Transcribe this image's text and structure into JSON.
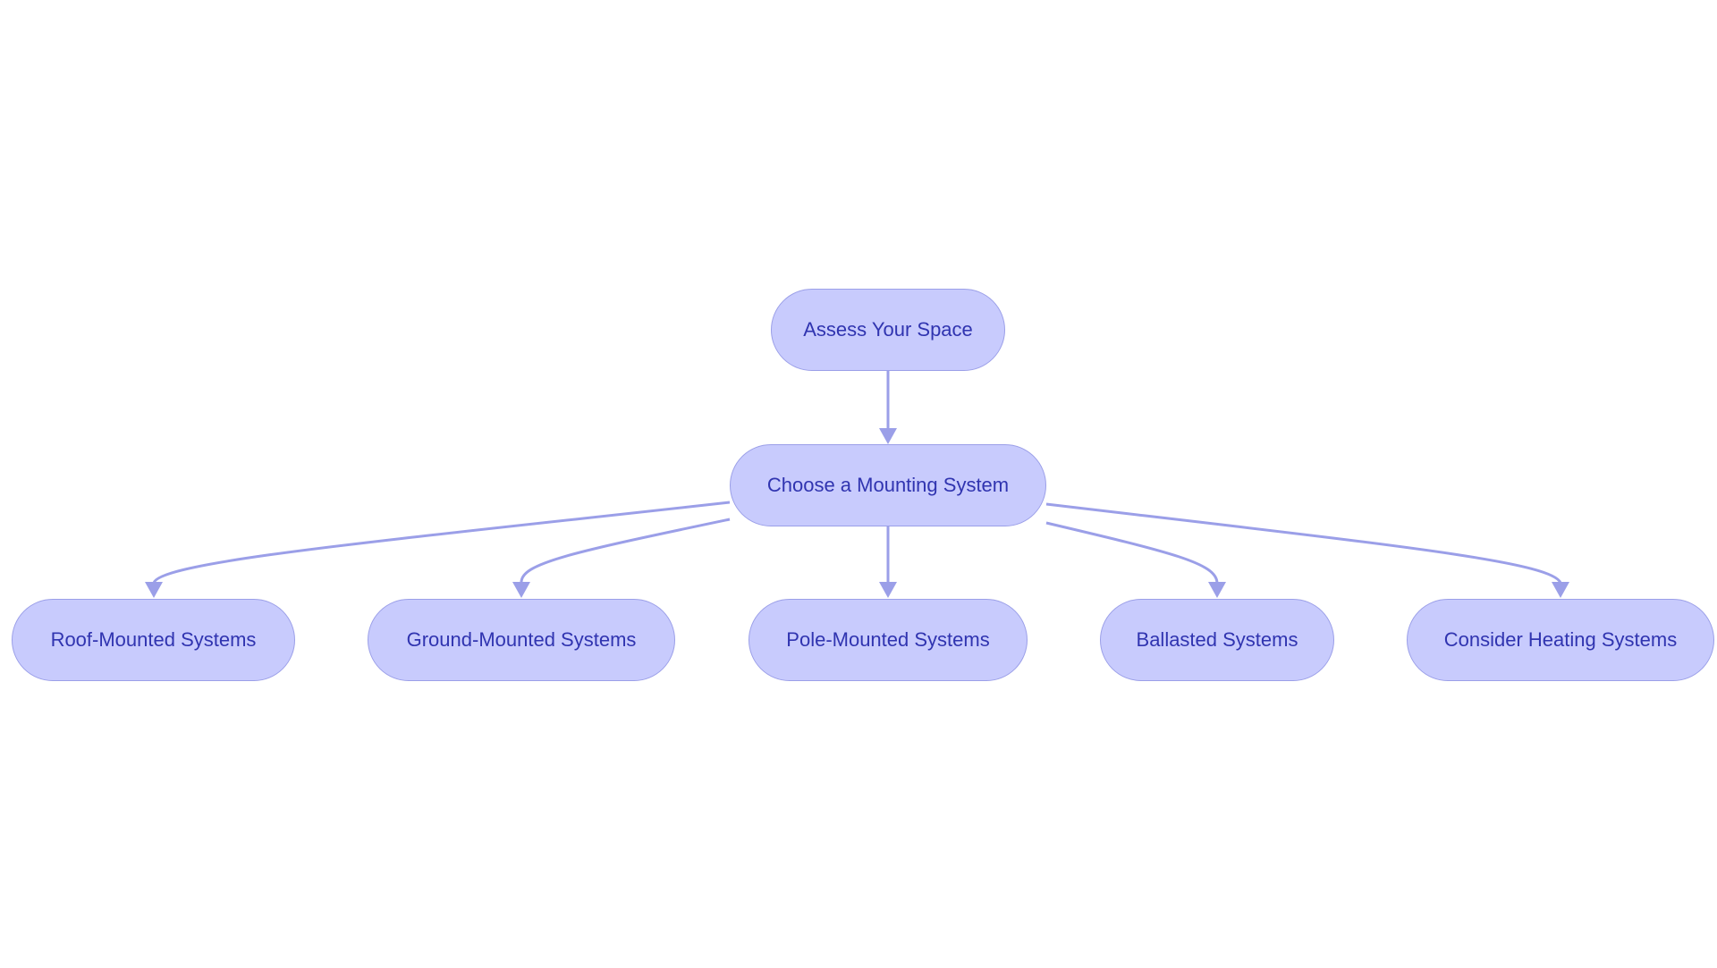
{
  "diagram": {
    "nodes": {
      "root": "Assess Your Space",
      "mid": "Choose a Mounting System",
      "leaf1": "Roof-Mounted Systems",
      "leaf2": "Ground-Mounted Systems",
      "leaf3": "Pole-Mounted Systems",
      "leaf4": "Ballasted Systems",
      "leaf5": "Consider Heating Systems"
    },
    "edges": [
      {
        "from": "root",
        "to": "mid"
      },
      {
        "from": "mid",
        "to": "leaf1"
      },
      {
        "from": "mid",
        "to": "leaf2"
      },
      {
        "from": "mid",
        "to": "leaf3"
      },
      {
        "from": "mid",
        "to": "leaf4"
      },
      {
        "from": "mid",
        "to": "leaf5"
      }
    ],
    "colors": {
      "node_fill": "#c8cbfd",
      "node_border": "#9b9fe8",
      "node_text": "#3034b0",
      "edge": "#9b9fe8"
    }
  }
}
